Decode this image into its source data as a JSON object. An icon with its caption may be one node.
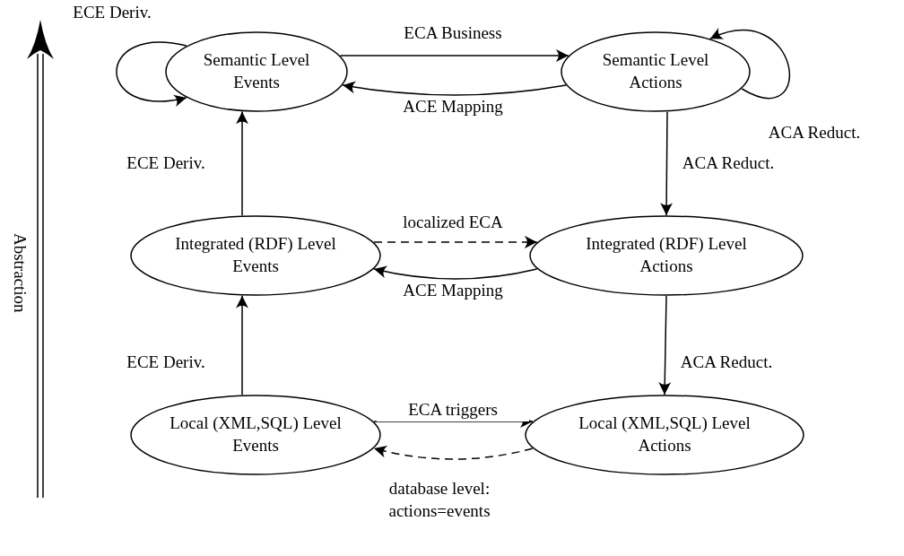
{
  "diagram": {
    "nodes": [
      {
        "text": [
          "Semantic Level Events"
        ]
      },
      {
        "text": [
          "Semantic Level Actions"
        ]
      },
      {
        "text": [
          "Integrated (RDF) Level Events"
        ]
      },
      {
        "text": [
          "Integrated (RDF) Level Actions"
        ]
      },
      {
        "text": [
          "Local (XML,SQL) Level Events"
        ]
      },
      {
        "text": [
          "Local (XML,SQL) Level Actions"
        ]
      }
    ],
    "edges": [
      {
        "from": 0,
        "to": 0,
        "arrow": "to",
        "label": "ECE Deriv."
      },
      {
        "from": 0,
        "to": 1,
        "arrow": "to",
        "label": "ECA Business"
      },
      {
        "from": 1,
        "to": 0,
        "arrow": "to",
        "label": "ACE Mapping"
      },
      {
        "from": 1,
        "to": 1,
        "arrow": "to",
        "label": "ACA Reduct."
      },
      {
        "from": 1,
        "to": 3,
        "arrow": "to",
        "label": "ACA Reduct."
      },
      {
        "from": 2,
        "to": 0,
        "arrow": "to",
        "label": "ECE Deriv."
      },
      {
        "from": 2,
        "to": 3,
        "arrow": "to",
        "label": "localized ECA",
        "style": "dashed"
      },
      {
        "from": 3,
        "to": 2,
        "arrow": "to",
        "label": "ACE Mapping"
      },
      {
        "from": 3,
        "to": 5,
        "arrow": "to",
        "label": "ACA Reduct."
      },
      {
        "from": 4,
        "to": 2,
        "arrow": "to",
        "label": "ECE Deriv."
      },
      {
        "from": 4,
        "to": 5,
        "arrow": "to",
        "label": "ECA triggers"
      },
      {
        "from": 5,
        "to": 4,
        "arrow": "to",
        "label": "database level: actions=events",
        "style": "dashed"
      }
    ],
    "labels": [
      "Abstraction"
    ]
  }
}
